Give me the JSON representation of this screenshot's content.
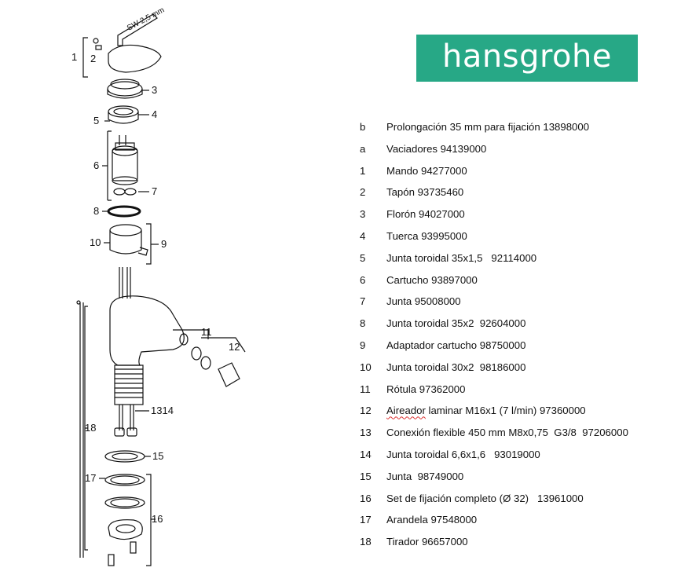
{
  "logo": {
    "text": "hansgrohe",
    "color": "#27a886"
  },
  "tool_label": "SW 2,5 mm",
  "callouts": {
    "c1": "1",
    "c2": "2",
    "c3": "3",
    "c4": "4",
    "c5": "5",
    "c6": "6",
    "c7": "7",
    "c8": "8",
    "c9": "9",
    "c10": "10",
    "c11": "11",
    "c12": "12",
    "c1314": "1314",
    "c15": "15",
    "c16": "16",
    "c17": "17",
    "c18": "18"
  },
  "parts": [
    {
      "key": "b",
      "text": "Prolongación 35 mm para fijación 13898000"
    },
    {
      "key": "a",
      "text": "Vaciadores 94139000"
    },
    {
      "key": "1",
      "text": "Mando 94277000"
    },
    {
      "key": "2",
      "text": "Tapón 93735460"
    },
    {
      "key": "3",
      "text": "Florón 94027000"
    },
    {
      "key": "4",
      "text": "Tuerca 93995000"
    },
    {
      "key": "5",
      "text": "Junta toroidal 35x1,5   92114000"
    },
    {
      "key": "6",
      "text": "Cartucho 93897000"
    },
    {
      "key": "7",
      "text": "Junta 95008000"
    },
    {
      "key": "8",
      "text": "Junta toroidal 35x2  92604000"
    },
    {
      "key": "9",
      "text": "Adaptador cartucho 98750000"
    },
    {
      "key": "10",
      "text": "Junta toroidal 30x2  98186000"
    },
    {
      "key": "11",
      "text": "Rótula 97362000"
    },
    {
      "key": "12",
      "text_first": "Aireador",
      "text": " laminar M16x1 (7 l/min) 97360000"
    },
    {
      "key": "13",
      "text": "Conexión flexible 450 mm M8x0,75  G3/8  97206000"
    },
    {
      "key": "14",
      "text": "Junta toroidal 6,6x1,6   93019000"
    },
    {
      "key": "15",
      "text": "Junta  98749000"
    },
    {
      "key": "16",
      "text": "Set de fijación completo (Ø 32)   13961000"
    },
    {
      "key": "17",
      "text": "Arandela 97548000"
    },
    {
      "key": "18",
      "text": "Tirador 96657000"
    }
  ]
}
